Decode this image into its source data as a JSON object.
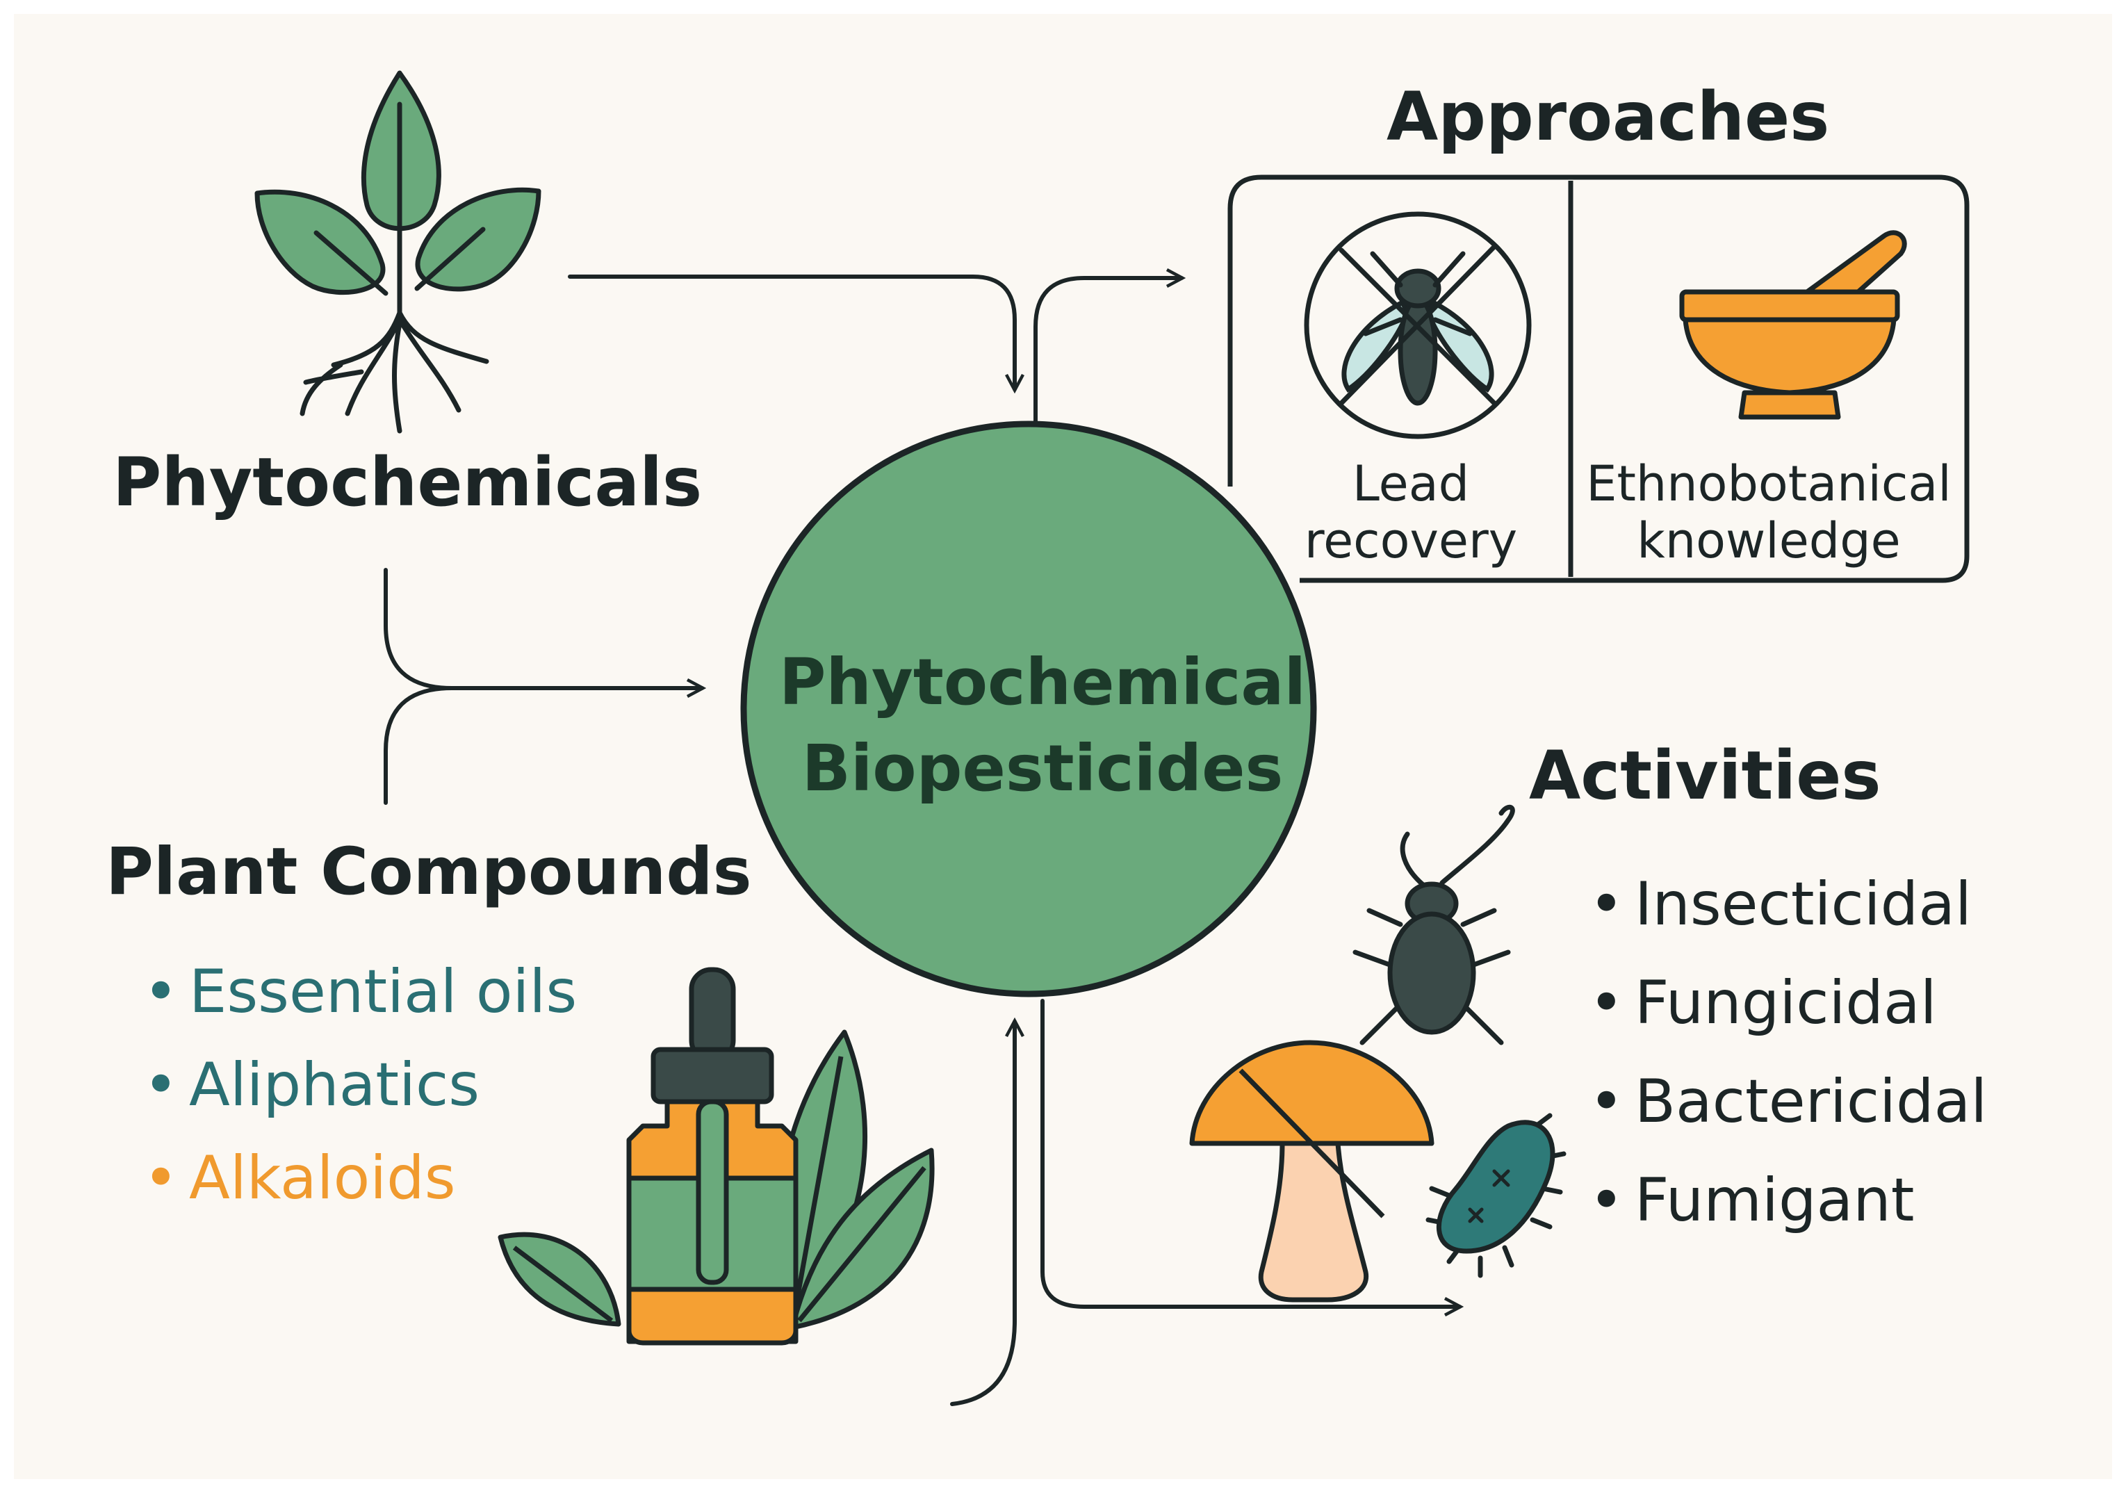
{
  "center": {
    "line1": "Phytochemical",
    "line2": "Biopesticides"
  },
  "phytochemicals": {
    "title": "Phytochemicals"
  },
  "plant_compounds": {
    "title": "Plant Compounds",
    "items": [
      {
        "label": "Essential oils",
        "color": "#2a6f73"
      },
      {
        "label": "Aliphatics",
        "color": "#2a6f73"
      },
      {
        "label": "Alkaloids",
        "color": "#f09a2e"
      }
    ]
  },
  "approaches": {
    "title": "Approaches",
    "lead_recovery": {
      "line1": "Lead",
      "line2": "recovery"
    },
    "ethnobotanical": {
      "line1": "Ethnobotanical",
      "line2": "knowledge"
    }
  },
  "activities": {
    "title": "Activities",
    "items": [
      "Insecticidal",
      "Fungicidal",
      "Bactericidal",
      "Fumigant"
    ]
  },
  "colors": {
    "green": "#6aaa7c",
    "dark": "#1c2526",
    "orange": "#f5a033",
    "teal": "#2e7a78",
    "background": "#fbf8f3"
  },
  "icons": [
    "plant-sprout-icon",
    "crossed-out-insect-icon",
    "mortar-pestle-icon",
    "dropper-bottle-icon",
    "leaf-icon",
    "beetle-icon",
    "crossed-mushroom-icon",
    "bacterium-icon"
  ]
}
